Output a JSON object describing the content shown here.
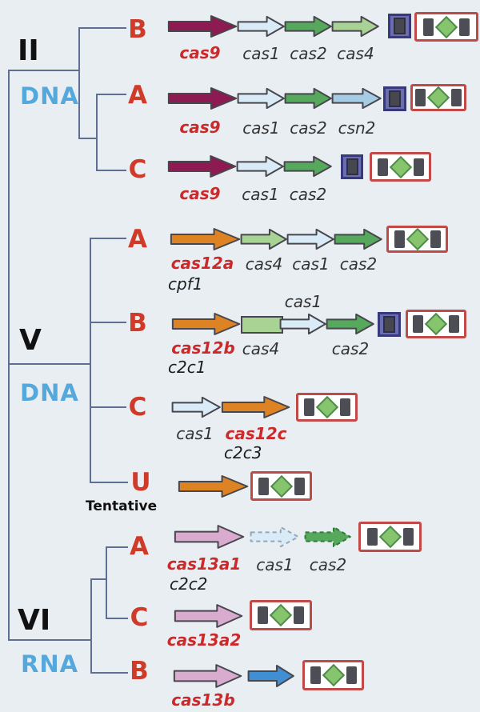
{
  "figure_type": "phylogenetic-gene-architecture-diagram",
  "clades": [
    {
      "numeral": "II",
      "target": "DNA"
    },
    {
      "numeral": "V",
      "target": "DNA"
    },
    {
      "numeral": "VI",
      "target": "RNA"
    }
  ],
  "rows": [
    {
      "id": "II-B",
      "letter": "B",
      "signature": "cas9",
      "genes": [
        "cas1",
        "cas2",
        "cas4"
      ],
      "alias": "",
      "tracr": true
    },
    {
      "id": "II-A",
      "letter": "A",
      "signature": "cas9",
      "genes": [
        "cas1",
        "cas2",
        "csn2"
      ],
      "alias": "",
      "tracr": true
    },
    {
      "id": "II-C",
      "letter": "C",
      "signature": "cas9",
      "genes": [
        "cas1",
        "cas2"
      ],
      "alias": "",
      "tracr": true
    },
    {
      "id": "V-A",
      "letter": "A",
      "signature": "cas12a",
      "genes": [
        "cas4",
        "cas1",
        "cas2"
      ],
      "alias": "cpf1",
      "tracr": false
    },
    {
      "id": "V-B",
      "letter": "B",
      "signature": "cas12b",
      "genes": [
        "cas4",
        "cas1",
        "cas2"
      ],
      "alias": "c2c1",
      "tracr": true
    },
    {
      "id": "V-C",
      "letter": "C",
      "signature": "cas12c",
      "genes": [
        "cas1"
      ],
      "alias": "c2c3",
      "tracr": false
    },
    {
      "id": "V-U",
      "letter": "U",
      "signature": "",
      "genes": [],
      "alias": "",
      "note": "Tentative",
      "tracr": false
    },
    {
      "id": "VI-A",
      "letter": "A",
      "signature": "cas13a1",
      "genes": [
        "cas1",
        "cas2"
      ],
      "alias": "c2c2",
      "tracr": false
    },
    {
      "id": "VI-C",
      "letter": "C",
      "signature": "cas13a2",
      "genes": [],
      "alias": "",
      "tracr": false
    },
    {
      "id": "VI-B",
      "letter": "B",
      "signature": "cas13b",
      "genes": [],
      "alias": "",
      "tracr": false
    }
  ],
  "icons": {
    "tracr_box": "tracr-box-icon",
    "crispr_array": "crispr-array-icon"
  },
  "colors": {
    "bg": "#e9eef3",
    "tree": "#5f6f94",
    "numeral": "#111111",
    "nacid": "#55a8dc",
    "letter": "#d03a28",
    "genered": "#cc2a2a",
    "genedark": "#333333",
    "outline": "#47474d",
    "cas9": "#8e1a52",
    "cas1": "#d9ebf7",
    "cas2": "#56a85c",
    "cas4": "#a9d295",
    "csn2": "#a6cbe5",
    "cas12": "#dd8324",
    "cas13": "#d9abce",
    "bluegene": "#3f8fd2",
    "tracrFill": "#6a6db0",
    "tracrBorder": "#38387c",
    "tracrInner": "#47474f",
    "arrayBg": "#ffffff",
    "arrayBorder": "#bf4a47",
    "arrayRect": "#4d4d55",
    "diamond": "#86c46e",
    "diamondBorder": "#4e8c4a"
  }
}
